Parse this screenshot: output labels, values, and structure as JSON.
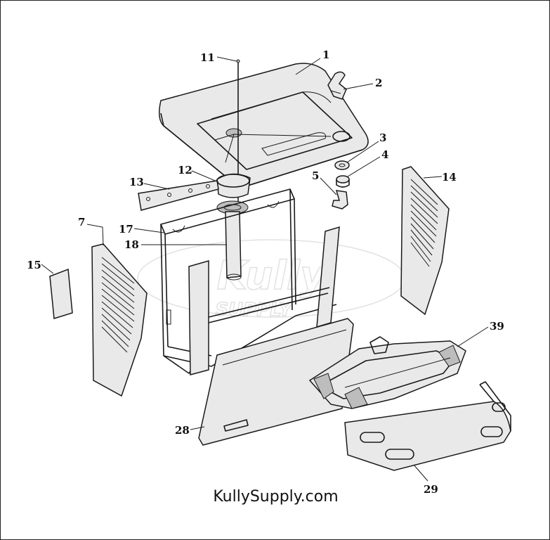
{
  "callouts": {
    "p1": "1",
    "p2": "2",
    "p3": "3",
    "p4": "4",
    "p5": "5",
    "p7": "7",
    "p11": "11",
    "p12": "12",
    "p13": "13",
    "p14": "14",
    "p15": "15",
    "p17": "17",
    "p18": "18",
    "p28": "28",
    "p29": "29",
    "p39": "39"
  },
  "watermark": {
    "line1": "Kully",
    "line2": "SUPPLY"
  },
  "footer": {
    "site": "KullySupply.com"
  }
}
